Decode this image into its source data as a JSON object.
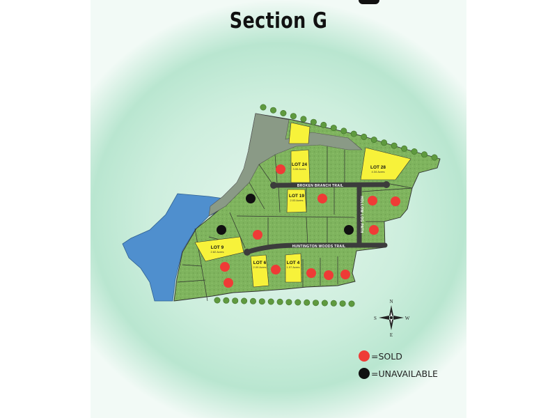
{
  "title": "Section G",
  "colors": {
    "sold": "#ef3b36",
    "unavailable": "#111111",
    "available_lot": "#f7f23a",
    "lot_green": "#7fb45e",
    "water": "#4f8fce",
    "wooded": "#8a9a86",
    "road": "#3c3c3c"
  },
  "roads": {
    "broken_branch": "BROKEN BRANCH TRAIL",
    "hollow_log": "HOLLOW LOG PATH",
    "huntington_woods": "HUNTINGTON WOODS TRAIL"
  },
  "lots": {
    "lot24": {
      "name": "LOT 24",
      "acres": "3.06 Acres"
    },
    "lot28": {
      "name": "LOT 28",
      "acres": "4.34 Acres"
    },
    "lot19": {
      "name": "LOT 19",
      "acres": "2.03 Acres"
    },
    "lot9": {
      "name": "LOT 9",
      "acres": "2.82 Acres"
    },
    "lot6": {
      "name": "LOT 6",
      "acres": "2.09 Acres"
    },
    "lot4": {
      "name": "LOT 4",
      "acres": "1.97 Acres"
    }
  },
  "compass": {
    "north": "N",
    "south": "S",
    "east": "E",
    "west": "W"
  },
  "legend": {
    "sold": "=SOLD",
    "unavailable": "=UNAVAILABLE"
  }
}
